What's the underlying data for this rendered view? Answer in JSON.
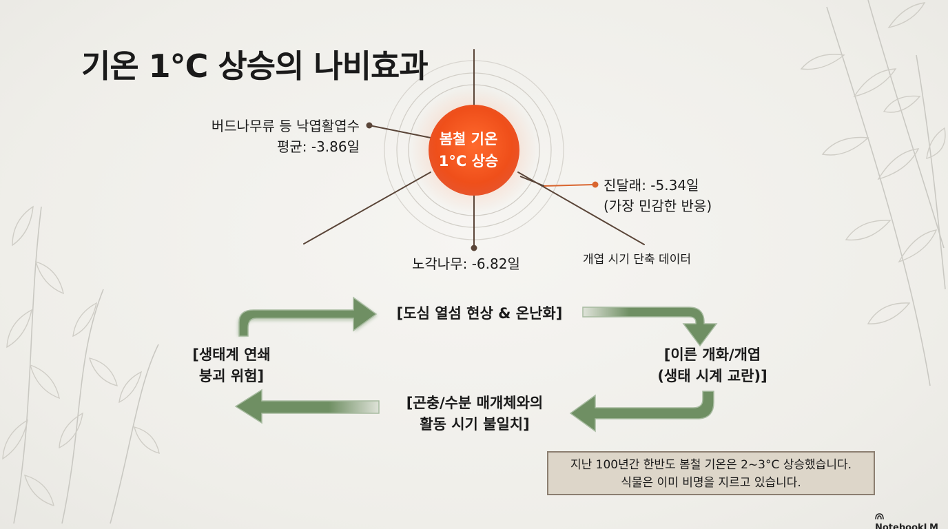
{
  "title": "기온 1°C 상승의 나비효과",
  "center": {
    "line1": "봄철 기온",
    "line2": "1°C 상승"
  },
  "radial_labels": {
    "birch": {
      "line1": "버드나무류 등 낙엽활엽수",
      "line2": "평균: -3.86일"
    },
    "azalea": {
      "line1": "진달래: -5.34일",
      "line2": "(가장 민감한 반응)"
    },
    "maple": "노각나무: -6.82일",
    "data": "개엽 시기 단축 데이터"
  },
  "cycle": {
    "top": "[도심 열섬 현상 & 온난화]",
    "right": {
      "line1": "[이른 개화/개엽",
      "line2": "(생태 시계 교란)]"
    },
    "bottom": {
      "line1": "[곤충/수분 매개체와의",
      "line2": "활동 시기 불일치]"
    },
    "left": {
      "line1": "[생태계 연쇄",
      "line2": "붕괴 위험]"
    }
  },
  "note": {
    "line1": "지난 100년간 한반도 봄철 기온은 2~3°C 상승했습니다.",
    "line2": "식물은 이미 비명을 지르고 있습니다."
  },
  "logo": "NotebookLM",
  "colors": {
    "accent": "#e8542a",
    "accent_text": "#c95a24",
    "line": "#5a4538",
    "arrow": "#6f8f63",
    "note_bg": "#ddd6c9",
    "note_border": "#8b7e70",
    "background": "#f1f0ec"
  }
}
